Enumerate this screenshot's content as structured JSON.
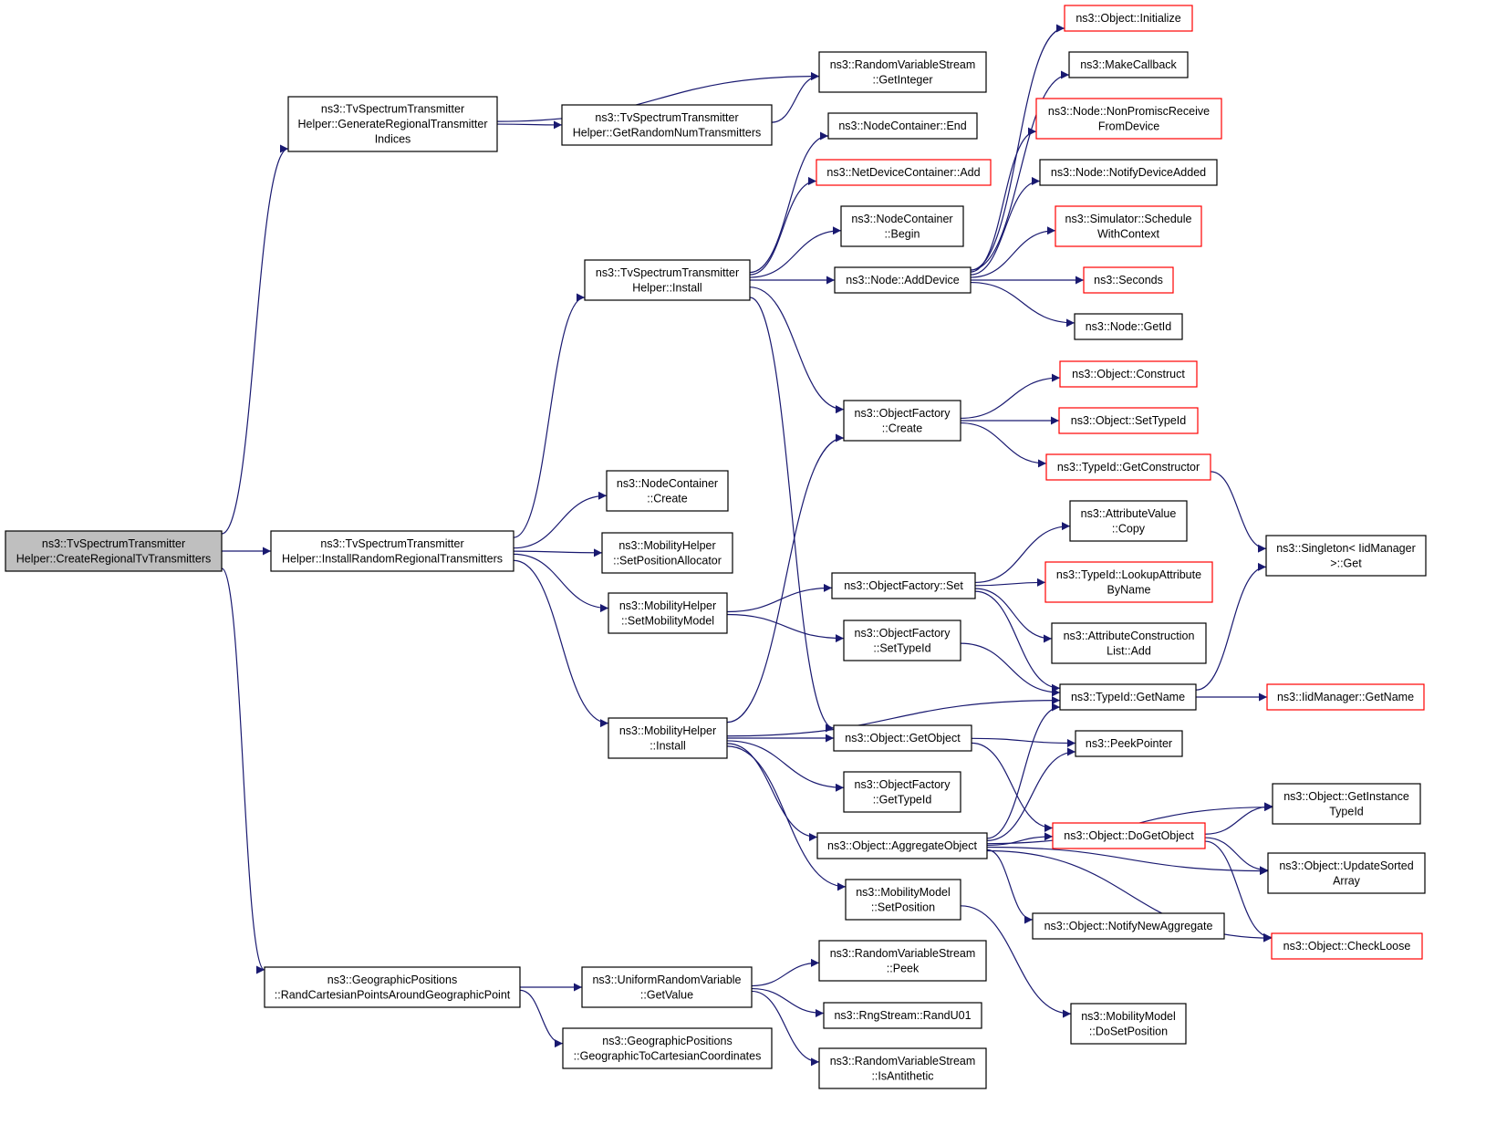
{
  "colors": {
    "edge": "#191970",
    "arrowhead": "#191970",
    "root_fill": "#bfbfbf",
    "box_fill": "#ffffff",
    "border_documented": "#000000",
    "border_truncated": "#ff0000"
  },
  "nodes": [
    {
      "id": "root",
      "lines": [
        "ns3::TvSpectrumTransmitter",
        "Helper::CreateRegionalTvTransmitters"
      ],
      "style": "root"
    },
    {
      "id": "genIdx",
      "lines": [
        "ns3::TvSpectrumTransmitter",
        "Helper::GenerateRegionalTransmitter",
        "Indices"
      ],
      "style": "normal"
    },
    {
      "id": "rndInst",
      "lines": [
        "ns3::TvSpectrumTransmitter",
        "Helper::InstallRandomRegionalTransmitters"
      ],
      "style": "normal"
    },
    {
      "id": "geoRand",
      "lines": [
        "ns3::GeographicPositions",
        "::RandCartesianPointsAroundGeographicPoint"
      ],
      "style": "normal"
    },
    {
      "id": "getNum",
      "lines": [
        "ns3::TvSpectrumTransmitter",
        "Helper::GetRandomNumTransmitters"
      ],
      "style": "normal"
    },
    {
      "id": "getInt",
      "lines": [
        "ns3::RandomVariableStream",
        "::GetInteger"
      ],
      "style": "normal"
    },
    {
      "id": "tvInst",
      "lines": [
        "ns3::TvSpectrumTransmitter",
        "Helper::Install"
      ],
      "style": "normal"
    },
    {
      "id": "ncCreate",
      "lines": [
        "ns3::NodeContainer",
        "::Create"
      ],
      "style": "normal"
    },
    {
      "id": "setPosAlloc",
      "lines": [
        "ns3::MobilityHelper",
        "::SetPositionAllocator"
      ],
      "style": "normal"
    },
    {
      "id": "setMobModel",
      "lines": [
        "ns3::MobilityHelper",
        "::SetMobilityModel"
      ],
      "style": "normal"
    },
    {
      "id": "mobInst",
      "lines": [
        "ns3::MobilityHelper",
        "::Install"
      ],
      "style": "normal"
    },
    {
      "id": "urvGet",
      "lines": [
        "ns3::UniformRandomVariable",
        "::GetValue"
      ],
      "style": "normal"
    },
    {
      "id": "geoToCart",
      "lines": [
        "ns3::GeographicPositions",
        "::GeographicToCartesianCoordinates"
      ],
      "style": "normal"
    },
    {
      "id": "ncEnd",
      "lines": [
        "ns3::NodeContainer::End"
      ],
      "style": "normal"
    },
    {
      "id": "ndcAdd",
      "lines": [
        "ns3::NetDeviceContainer::Add"
      ],
      "style": "truncated"
    },
    {
      "id": "ncBegin",
      "lines": [
        "ns3::NodeContainer",
        "::Begin"
      ],
      "style": "normal"
    },
    {
      "id": "addDev",
      "lines": [
        "ns3::Node::AddDevice"
      ],
      "style": "normal"
    },
    {
      "id": "ofCreate",
      "lines": [
        "ns3::ObjectFactory",
        "::Create"
      ],
      "style": "normal"
    },
    {
      "id": "ofSet",
      "lines": [
        "ns3::ObjectFactory::Set"
      ],
      "style": "normal"
    },
    {
      "id": "ofSetTid",
      "lines": [
        "ns3::ObjectFactory",
        "::SetTypeId"
      ],
      "style": "normal"
    },
    {
      "id": "objGetObj",
      "lines": [
        "ns3::Object::GetObject"
      ],
      "style": "normal"
    },
    {
      "id": "ofGetTid",
      "lines": [
        "ns3::ObjectFactory",
        "::GetTypeId"
      ],
      "style": "normal"
    },
    {
      "id": "aggObj",
      "lines": [
        "ns3::Object::AggregateObject"
      ],
      "style": "normal"
    },
    {
      "id": "mmSetPos",
      "lines": [
        "ns3::MobilityModel",
        "::SetPosition"
      ],
      "style": "normal"
    },
    {
      "id": "rvsPeek",
      "lines": [
        "ns3::RandomVariableStream",
        "::Peek"
      ],
      "style": "normal"
    },
    {
      "id": "rngU01",
      "lines": [
        "ns3::RngStream::RandU01"
      ],
      "style": "normal"
    },
    {
      "id": "rvsAnti",
      "lines": [
        "ns3::RandomVariableStream",
        "::IsAntithetic"
      ],
      "style": "normal"
    },
    {
      "id": "objInit",
      "lines": [
        "ns3::Object::Initialize"
      ],
      "style": "truncated"
    },
    {
      "id": "mkCb",
      "lines": [
        "ns3::MakeCallback"
      ],
      "style": "normal"
    },
    {
      "id": "nonProm",
      "lines": [
        "ns3::Node::NonPromiscReceive",
        "FromDevice"
      ],
      "style": "truncated"
    },
    {
      "id": "notifyDev",
      "lines": [
        "ns3::Node::NotifyDeviceAdded"
      ],
      "style": "normal"
    },
    {
      "id": "simSched",
      "lines": [
        "ns3::Simulator::Schedule",
        "WithContext"
      ],
      "style": "truncated"
    },
    {
      "id": "seconds",
      "lines": [
        "ns3::Seconds"
      ],
      "style": "truncated"
    },
    {
      "id": "nodeGetId",
      "lines": [
        "ns3::Node::GetId"
      ],
      "style": "normal"
    },
    {
      "id": "objConstruct",
      "lines": [
        "ns3::Object::Construct"
      ],
      "style": "truncated"
    },
    {
      "id": "objSetTid",
      "lines": [
        "ns3::Object::SetTypeId"
      ],
      "style": "truncated"
    },
    {
      "id": "tidGetCtor",
      "lines": [
        "ns3::TypeId::GetConstructor"
      ],
      "style": "truncated"
    },
    {
      "id": "avCopy",
      "lines": [
        "ns3::AttributeValue",
        "::Copy"
      ],
      "style": "normal"
    },
    {
      "id": "tidLookup",
      "lines": [
        "ns3::TypeId::LookupAttribute",
        "ByName"
      ],
      "style": "truncated"
    },
    {
      "id": "aclAdd",
      "lines": [
        "ns3::AttributeConstruction",
        "List::Add"
      ],
      "style": "normal"
    },
    {
      "id": "tidGetName",
      "lines": [
        "ns3::TypeId::GetName"
      ],
      "style": "normal"
    },
    {
      "id": "peekPtr",
      "lines": [
        "ns3::PeekPointer"
      ],
      "style": "normal"
    },
    {
      "id": "doGetObj",
      "lines": [
        "ns3::Object::DoGetObject"
      ],
      "style": "truncated"
    },
    {
      "id": "notifyAgg",
      "lines": [
        "ns3::Object::NotifyNewAggregate"
      ],
      "style": "normal"
    },
    {
      "id": "mmDoSetPos",
      "lines": [
        "ns3::MobilityModel",
        "::DoSetPosition"
      ],
      "style": "normal"
    },
    {
      "id": "singletonGet",
      "lines": [
        "ns3::Singleton< IidManager",
        ">::Get"
      ],
      "style": "normal"
    },
    {
      "id": "iidGetName",
      "lines": [
        "ns3::IidManager::GetName"
      ],
      "style": "truncated"
    },
    {
      "id": "getInstTid",
      "lines": [
        "ns3::Object::GetInstance",
        "TypeId"
      ],
      "style": "normal"
    },
    {
      "id": "updSorted",
      "lines": [
        "ns3::Object::UpdateSorted",
        "Array"
      ],
      "style": "normal"
    },
    {
      "id": "checkLoose",
      "lines": [
        "ns3::Object::CheckLoose"
      ],
      "style": "truncated"
    }
  ],
  "edges": [
    [
      "root",
      "genIdx"
    ],
    [
      "root",
      "rndInst"
    ],
    [
      "root",
      "geoRand"
    ],
    [
      "genIdx",
      "getInt"
    ],
    [
      "genIdx",
      "getNum"
    ],
    [
      "getNum",
      "getInt"
    ],
    [
      "rndInst",
      "tvInst"
    ],
    [
      "rndInst",
      "ncCreate"
    ],
    [
      "rndInst",
      "setPosAlloc"
    ],
    [
      "rndInst",
      "setMobModel"
    ],
    [
      "rndInst",
      "mobInst"
    ],
    [
      "tvInst",
      "ncEnd"
    ],
    [
      "tvInst",
      "ndcAdd"
    ],
    [
      "tvInst",
      "ncBegin"
    ],
    [
      "tvInst",
      "addDev"
    ],
    [
      "tvInst",
      "ofCreate"
    ],
    [
      "tvInst",
      "objGetObj"
    ],
    [
      "addDev",
      "objInit"
    ],
    [
      "addDev",
      "mkCb"
    ],
    [
      "addDev",
      "nonProm"
    ],
    [
      "addDev",
      "notifyDev"
    ],
    [
      "addDev",
      "simSched"
    ],
    [
      "addDev",
      "seconds"
    ],
    [
      "addDev",
      "nodeGetId"
    ],
    [
      "ofCreate",
      "objConstruct"
    ],
    [
      "ofCreate",
      "objSetTid"
    ],
    [
      "ofCreate",
      "tidGetCtor"
    ],
    [
      "tidGetCtor",
      "singletonGet"
    ],
    [
      "setMobModel",
      "ofSet"
    ],
    [
      "setMobModel",
      "ofSetTid"
    ],
    [
      "ofSet",
      "avCopy"
    ],
    [
      "ofSet",
      "tidLookup"
    ],
    [
      "ofSet",
      "aclAdd"
    ],
    [
      "ofSet",
      "tidGetName"
    ],
    [
      "ofSetTid",
      "tidGetName"
    ],
    [
      "mobInst",
      "ofCreate"
    ],
    [
      "mobInst",
      "tidGetName"
    ],
    [
      "mobInst",
      "objGetObj"
    ],
    [
      "mobInst",
      "ofGetTid"
    ],
    [
      "mobInst",
      "aggObj"
    ],
    [
      "mobInst",
      "mmSetPos"
    ],
    [
      "objGetObj",
      "peekPtr"
    ],
    [
      "objGetObj",
      "doGetObj"
    ],
    [
      "aggObj",
      "tidGetName"
    ],
    [
      "aggObj",
      "peekPtr"
    ],
    [
      "aggObj",
      "getInstTid"
    ],
    [
      "aggObj",
      "doGetObj"
    ],
    [
      "aggObj",
      "updSorted"
    ],
    [
      "aggObj",
      "notifyAgg"
    ],
    [
      "aggObj",
      "checkLoose"
    ],
    [
      "doGetObj",
      "getInstTid"
    ],
    [
      "doGetObj",
      "updSorted"
    ],
    [
      "doGetObj",
      "checkLoose"
    ],
    [
      "tidGetName",
      "singletonGet"
    ],
    [
      "tidGetName",
      "iidGetName"
    ],
    [
      "mmSetPos",
      "mmDoSetPos"
    ],
    [
      "geoRand",
      "urvGet"
    ],
    [
      "geoRand",
      "geoToCart"
    ],
    [
      "urvGet",
      "rvsPeek"
    ],
    [
      "urvGet",
      "rngU01"
    ],
    [
      "urvGet",
      "rvsAnti"
    ]
  ]
}
